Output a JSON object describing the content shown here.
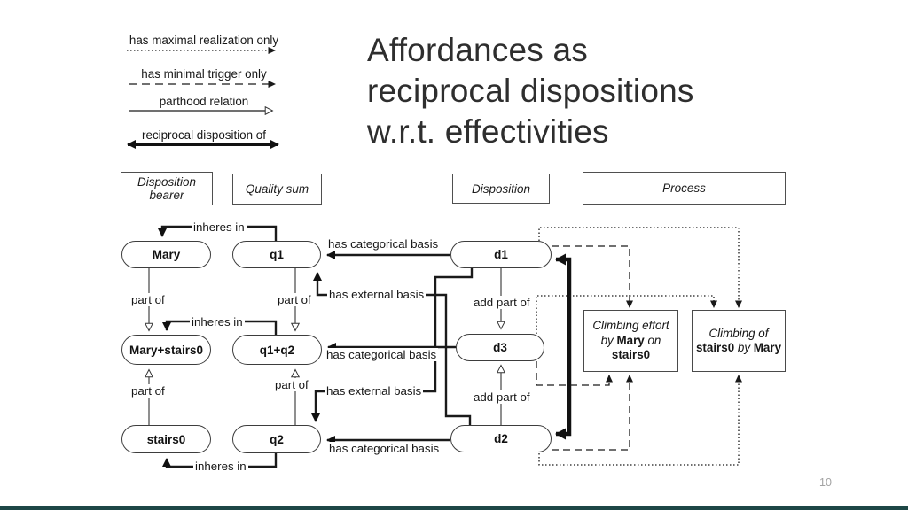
{
  "slide": {
    "title": "Affordances as\nreciprocal dispositions\nw.r.t. effectivities",
    "page_number": "10"
  },
  "colors": {
    "line": "#1a1a1a",
    "footer_bar": "#1d4746",
    "page_number_gray": "#a3a3a3"
  },
  "legend": {
    "items": [
      {
        "label": "has maximal realization only",
        "line_style": "dotted-arrow"
      },
      {
        "label": "has minimal trigger only",
        "line_style": "dashed-arrow"
      },
      {
        "label": "parthood relation",
        "line_style": "solid-open-arrow"
      },
      {
        "label": "reciprocal disposition of",
        "line_style": "thick-double-arrow"
      }
    ]
  },
  "class_boxes": [
    {
      "label": "Disposition bearer"
    },
    {
      "label": "Quality sum"
    },
    {
      "label": "Disposition"
    },
    {
      "label": "Process"
    }
  ],
  "nodes": [
    {
      "id": "mary",
      "label": "Mary"
    },
    {
      "id": "q1",
      "label": "q1"
    },
    {
      "id": "d1",
      "label": "d1"
    },
    {
      "id": "mary-stairs0",
      "label": "Mary+stairs0"
    },
    {
      "id": "q1-q2",
      "label": "q1+q2"
    },
    {
      "id": "d3",
      "label": "d3"
    },
    {
      "id": "stairs0",
      "label": "stairs0"
    },
    {
      "id": "q2",
      "label": "q2"
    },
    {
      "id": "d2",
      "label": "d2"
    }
  ],
  "edge_labels": [
    {
      "text": "inheres in"
    },
    {
      "text": "part of"
    },
    {
      "text": "part of"
    },
    {
      "text": "has categorical basis"
    },
    {
      "text": "has external basis"
    },
    {
      "text": "inheres in"
    },
    {
      "text": "add part of"
    },
    {
      "text": "part of"
    },
    {
      "text": "part of"
    },
    {
      "text": "has categorical basis"
    },
    {
      "text": "has external basis"
    },
    {
      "text": "add part of"
    },
    {
      "text": "has categorical basis"
    },
    {
      "text": "inheres in"
    }
  ],
  "process_boxes": [
    {
      "id": "climbing-effort",
      "lines": [
        [
          {
            "t": "Climbing effort",
            "i": 1
          }
        ],
        [
          {
            "t": "by ",
            "i": 1
          },
          {
            "t": "Mary",
            "b": 1
          },
          {
            "t": " on",
            "i": 1
          }
        ],
        [
          {
            "t": "stairs0",
            "b": 1
          }
        ]
      ]
    },
    {
      "id": "climbing-of",
      "lines": [
        [
          {
            "t": "Climbing of",
            "i": 1
          }
        ],
        [
          {
            "t": "stairs0",
            "b": 1
          },
          {
            "t": " by ",
            "i": 1
          },
          {
            "t": "Mary",
            "b": 1
          }
        ]
      ]
    }
  ]
}
